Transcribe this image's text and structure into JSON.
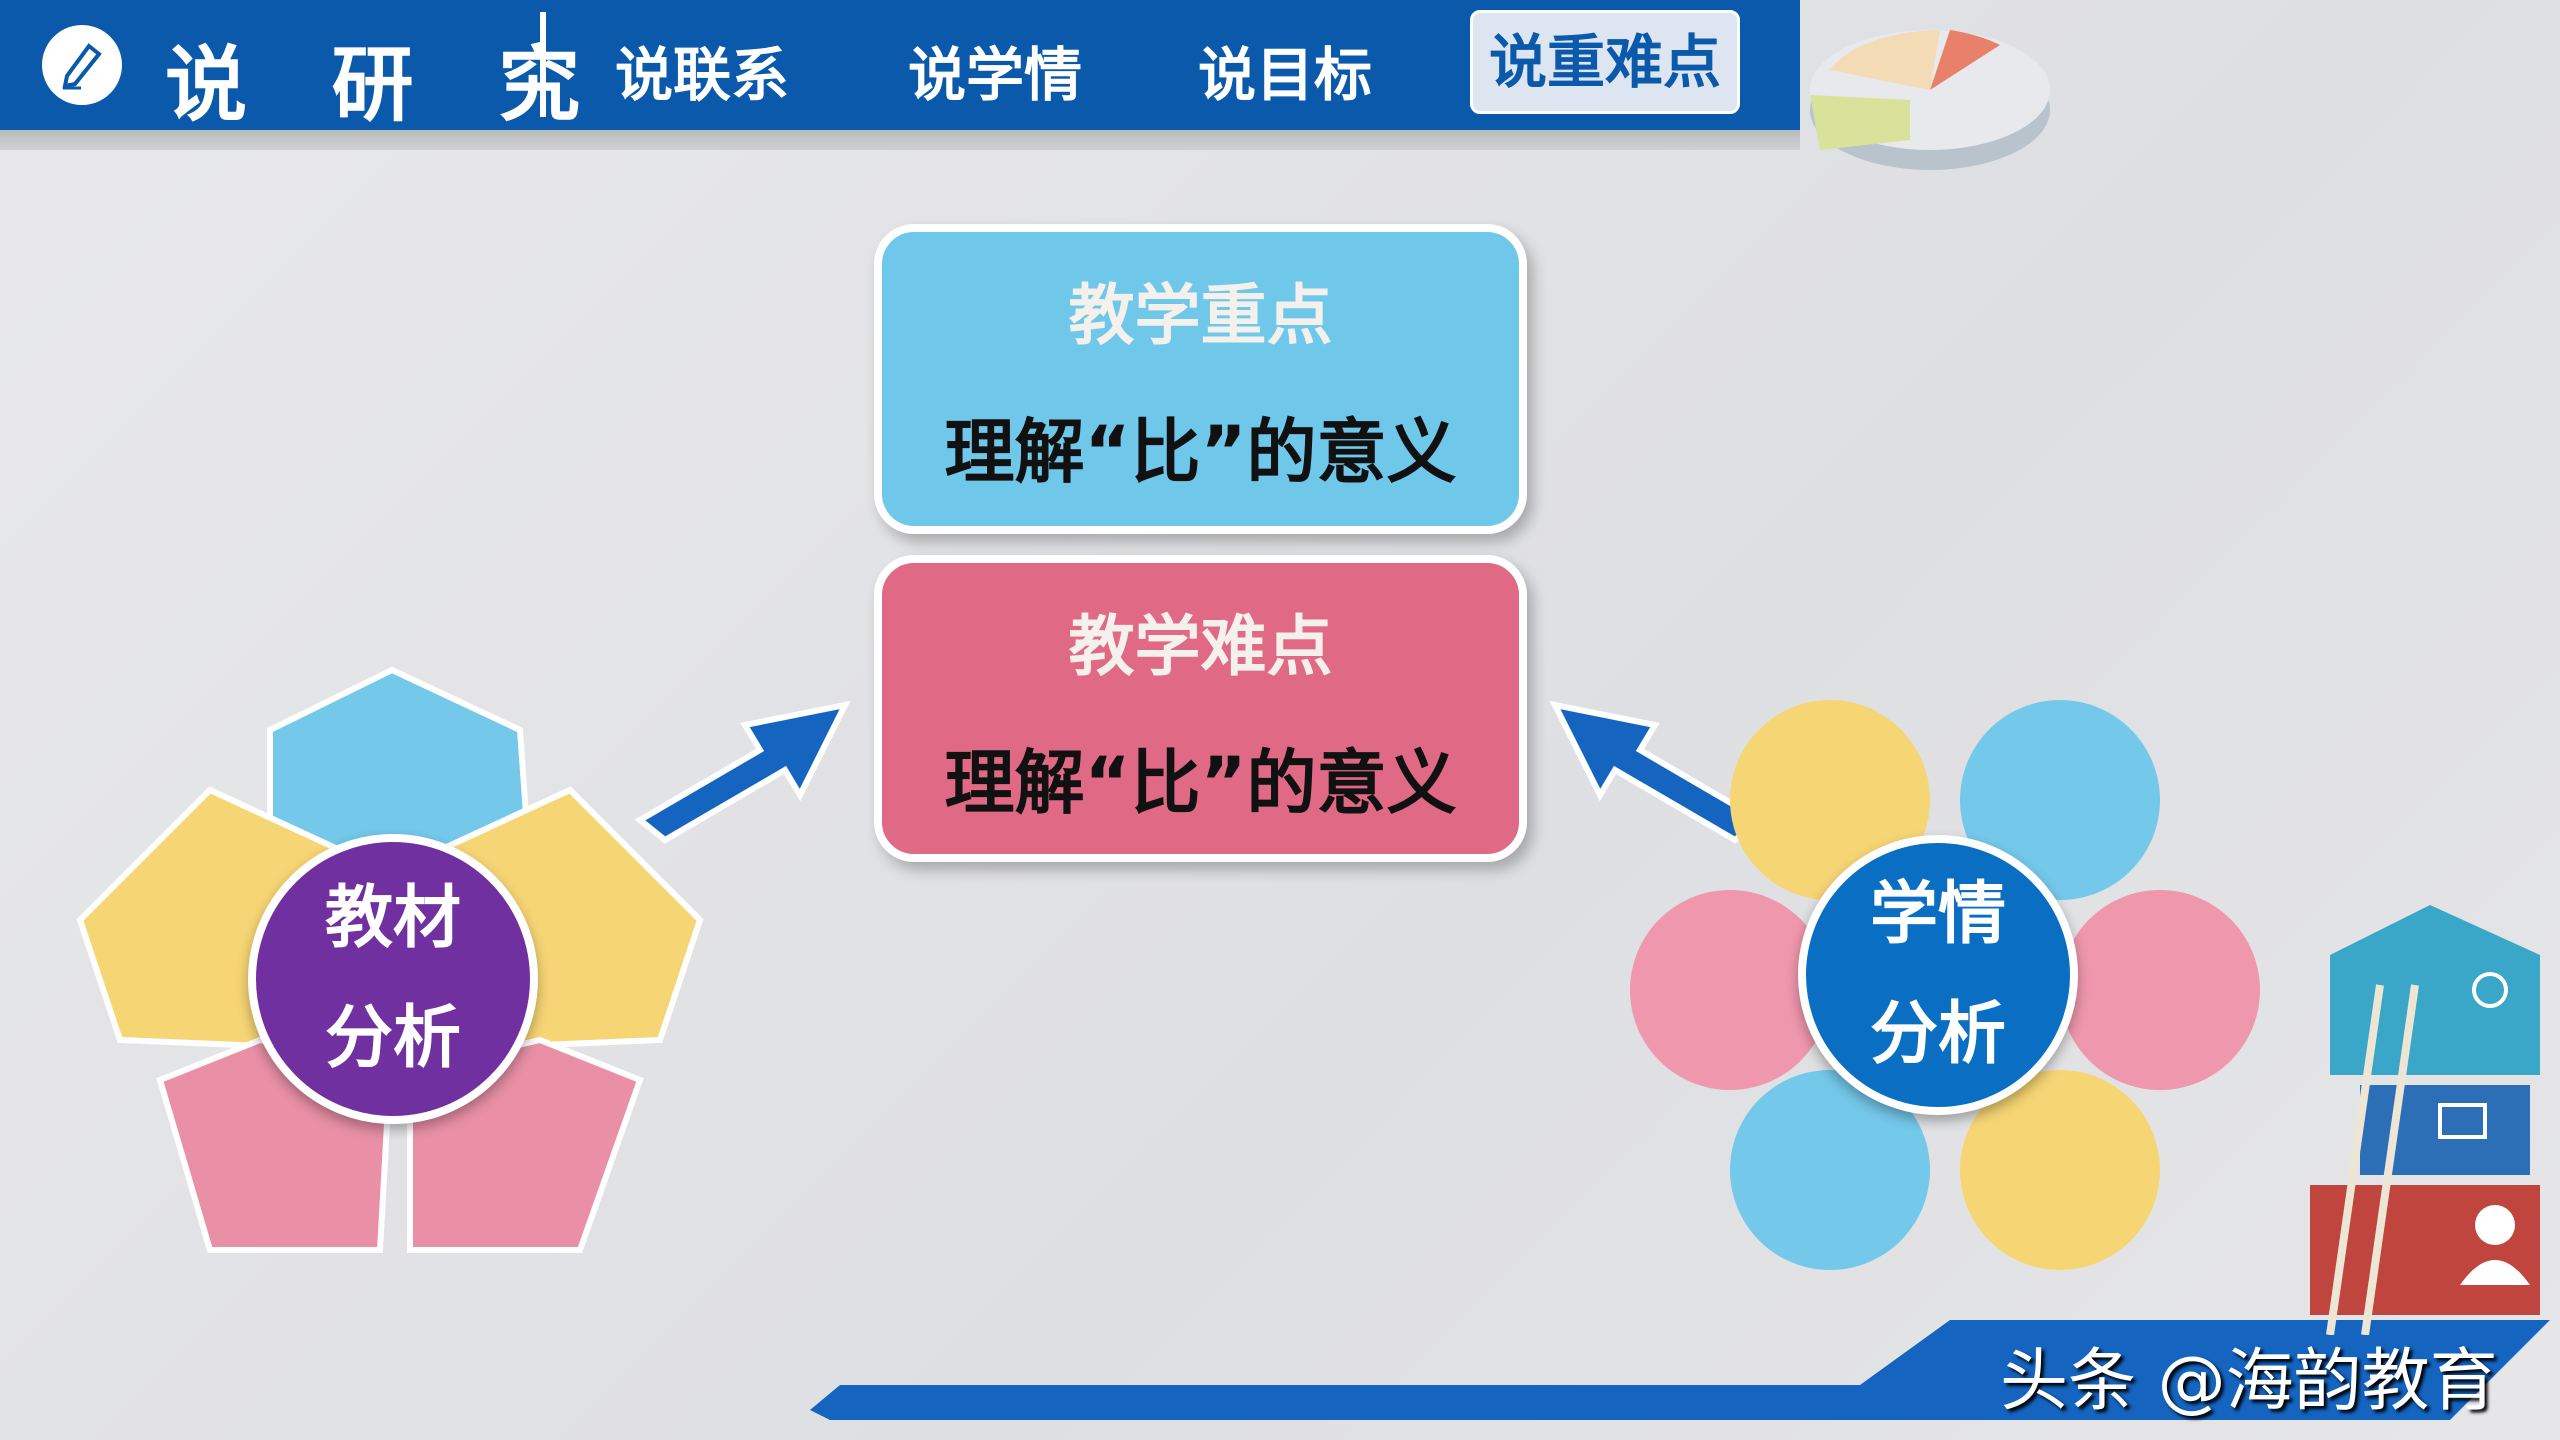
{
  "header": {
    "title": "说 研 究",
    "tabs": [
      {
        "label": "说联系"
      },
      {
        "label": "说学情"
      },
      {
        "label": "说目标"
      },
      {
        "label": "说重难点",
        "active": true
      }
    ],
    "color": "#0a59ab"
  },
  "key_point": {
    "title": "教学重点",
    "content": "理解“比”的意义",
    "color": "#6fc7ea"
  },
  "difficult_point": {
    "title": "教学难点",
    "content": "理解“比”的意义",
    "color": "#e06a85"
  },
  "left_flower": {
    "line1": "教材",
    "line2": "分析",
    "color": "#7030a0"
  },
  "right_flower": {
    "line1": "学情",
    "line2": "分析",
    "color": "#0a6fc2"
  },
  "watermark": "头条 @海韵教育"
}
